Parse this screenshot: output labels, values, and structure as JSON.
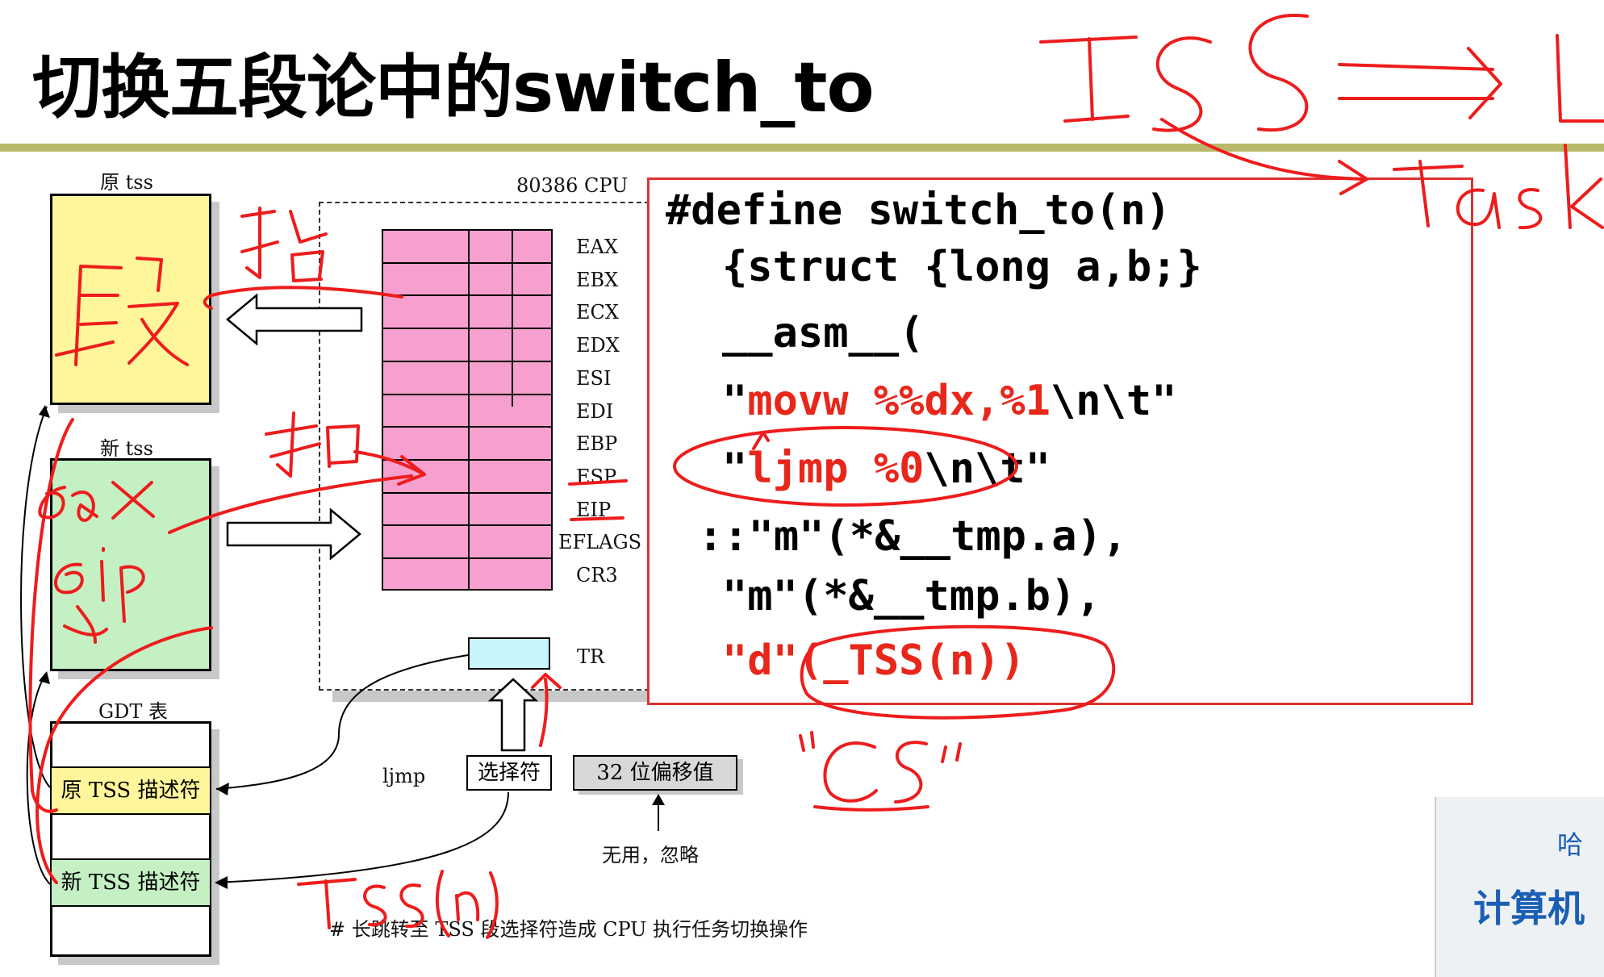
{
  "title": "切换五段论中的switch_to",
  "diagram": {
    "old_tss_label": "原 tss",
    "new_tss_label": "新 tss",
    "gdt_label": "GDT 表",
    "cpu_label": "80386 CPU",
    "registers": [
      "EAX",
      "EBX",
      "ECX",
      "EDX",
      "ESI",
      "EDI",
      "EBP",
      "ESP",
      "EIP",
      "EFLAGS",
      "CR3"
    ],
    "tr_label": "TR",
    "gdt_old_desc": "原 TSS 描述符",
    "gdt_new_desc": "新 TSS 描述符",
    "ljmp_label": "ljmp",
    "selector_label": "选择符",
    "offset_label": "32 位偏移值",
    "unused_label": "无用，忽略",
    "caption": "# 长跳转至 TSS 段选择符造成 CPU 执行任务切换操作"
  },
  "code": {
    "line1": "#define switch_to(n)",
    "line2": "{struct {long a,b;}",
    "line3": "__asm__(",
    "line4_q1": "\"",
    "line4_red": "movw %%dx,%1",
    "line4_tail": "\\n\\t\"",
    "line5_q1": "\"",
    "line5_red": "ljmp %0",
    "line5_tail": "\\n\\t\"",
    "line6": "::\"m\"(*&__tmp.a),",
    "line7": "\"m\"(*&__tmp.b),",
    "line8_red": "\"d\"(_TSS(n))"
  },
  "colors": {
    "old_tss": "#fff59a",
    "new_tss": "#c4f0c4",
    "registers": "#f7a0cf",
    "tr": "#c8f4fb",
    "code_red": "#e8261a",
    "annotation": "#ee1c1c",
    "title_rule": "#b9b86a"
  },
  "corner_logo": {
    "line1": "哈",
    "line2": "计算机"
  }
}
